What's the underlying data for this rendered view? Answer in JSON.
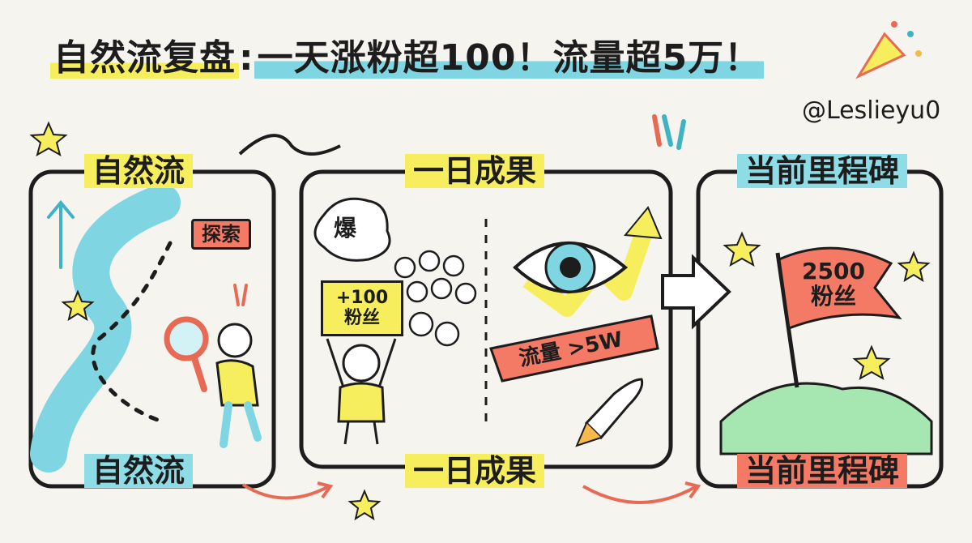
{
  "title": {
    "part1": "自然流复盘",
    "colon": ":",
    "part2": "一天涨粉超100！流量超5万！"
  },
  "handle": "@Leslieyu0",
  "panels": [
    {
      "top_label": "自然流",
      "bottom_label": "自然流",
      "tag": "探索"
    },
    {
      "top_label": "一日成果",
      "bottom_label": "一日成果",
      "burst": "爆",
      "sign_line1": "+100",
      "sign_line2": "粉丝",
      "ribbon": "流量 >5W"
    },
    {
      "top_label": "当前里程碑",
      "bottom_label": "当前里程碑",
      "flag_line1": "2500",
      "flag_line2": "粉丝"
    }
  ],
  "colors": {
    "yellow": "#f6ee5c",
    "cyan": "#8edce6",
    "coral": "#f47a66",
    "ink": "#1d1d1d"
  },
  "icons": [
    "party-popper-icon",
    "star-icon",
    "magnifier-icon",
    "eye-icon",
    "rocket-icon",
    "exclamation-icon",
    "up-arrow-icon"
  ]
}
